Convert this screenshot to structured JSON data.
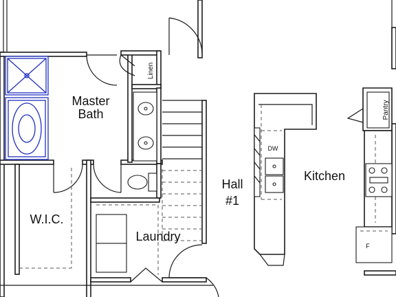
{
  "rooms": {
    "master_bath": [
      "Master",
      "Bath"
    ],
    "wic": "W.I.C.",
    "laundry": "Laundry",
    "hall": [
      "Hall",
      "#1"
    ],
    "kitchen": "Kitchen"
  },
  "fixtures": {
    "linen": "Linen",
    "pantry": "Pantry",
    "dishwasher": "DW",
    "fridge": "F"
  }
}
